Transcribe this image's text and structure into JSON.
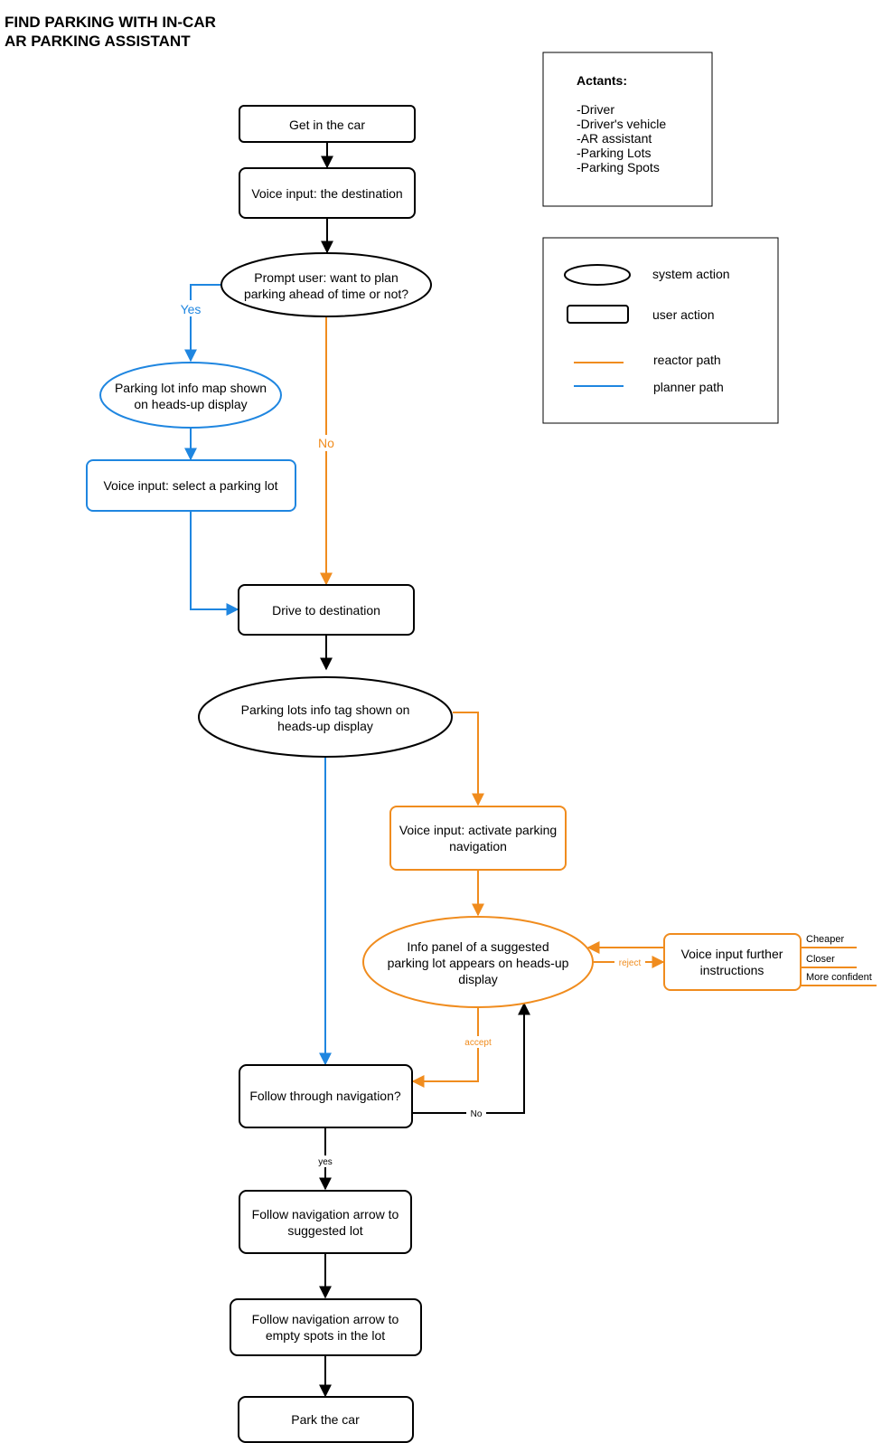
{
  "title": {
    "line1": "FIND PARKING WITH IN-CAR",
    "line2": "AR PARKING ASSISTANT"
  },
  "colors": {
    "user": "#000000",
    "reactor": "#f08c1e",
    "planner": "#1f86e0"
  },
  "actants": {
    "heading": "Actants:",
    "items": [
      "-Driver",
      "-Driver's vehicle",
      "-AR assistant",
      "-Parking Lots",
      "-Parking Spots"
    ]
  },
  "legend": {
    "system_action": "system action",
    "user_action": "user action",
    "reactor_path": "reactor path",
    "planner_path": "planner path"
  },
  "nodes": {
    "get_in_car": [
      "Get in the car"
    ],
    "voice_destination": [
      "Voice input: the destination"
    ],
    "prompt_user": [
      "Prompt user: want to plan",
      "parking ahead of time or not?"
    ],
    "lot_info_map": [
      "Parking lot info map shown",
      "on heads-up display"
    ],
    "select_lot": [
      "Voice input: select a parking lot"
    ],
    "drive": [
      "Drive to destination"
    ],
    "lots_info_tag": [
      "Parking lots info tag shown on",
      "heads-up display"
    ],
    "activate_nav": [
      "Voice input: activate parking",
      "navigation"
    ],
    "info_panel": [
      "Info panel of a suggested",
      "parking lot appears on heads-up",
      "display"
    ],
    "further_instr": [
      "Voice input further",
      "instructions"
    ],
    "follow_nav": [
      "Follow through navigation?"
    ],
    "arrow_lot": [
      "Follow navigation arrow to",
      "suggested lot"
    ],
    "arrow_spots": [
      "Follow navigation arrow to",
      "empty spots in the lot"
    ],
    "park": [
      "Park the car"
    ]
  },
  "options": [
    "Cheaper",
    "Closer",
    "More confident"
  ],
  "edge_labels": {
    "yes_planner": "Yes",
    "no_reactor": "No",
    "reject": "reject",
    "accept": "accept",
    "no_loop": "No",
    "yes_follow": "yes"
  }
}
